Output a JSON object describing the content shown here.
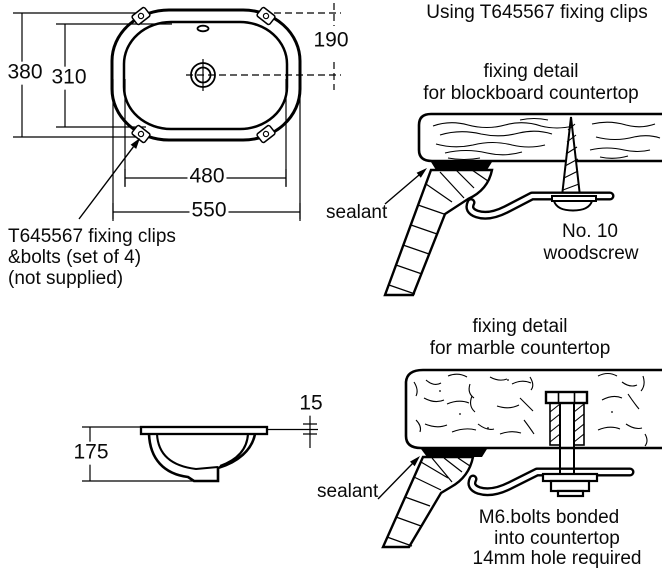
{
  "colors": {
    "ink": "#000000",
    "background": "#ffffff"
  },
  "header": {
    "title": "Using T645567 fixing clips"
  },
  "plan_view": {
    "dims": {
      "d380": "380",
      "d310": "310",
      "d190": "190",
      "d480": "480",
      "d550": "550"
    },
    "note": {
      "line1": "T645567 fixing clips",
      "line2": "&bolts (set of 4)",
      "line3": "(not supplied)"
    }
  },
  "blockboard_detail": {
    "title_line1": "fixing detail",
    "title_line2": "for blockboard countertop",
    "sealant_label": "sealant",
    "screw_label_line1": "No. 10",
    "screw_label_line2": "woodscrew"
  },
  "marble_detail": {
    "title_line1": "fixing detail",
    "title_line2": "for marble countertop",
    "sealant_label": "sealant",
    "bolt_label_line1": "M6.bolts bonded",
    "bolt_label_line2": "into countertop",
    "bolt_label_line3": "14mm hole required"
  },
  "side_view": {
    "dims": {
      "d15": "15",
      "d175": "175"
    }
  }
}
